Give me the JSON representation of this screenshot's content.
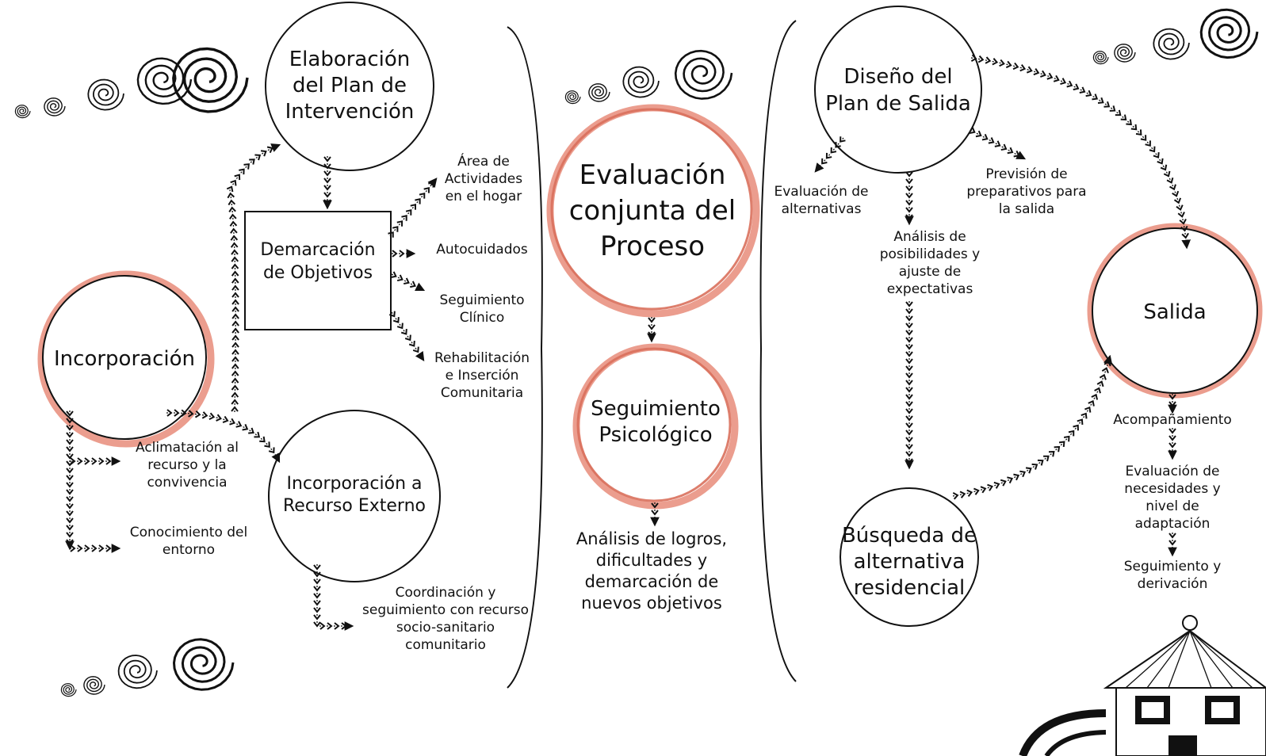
{
  "colors": {
    "accent_ring": "#e88c7a",
    "ink": "#111111",
    "background": "#ffffff"
  },
  "nodes": {
    "incorporacion": "Incorporación",
    "elaboracion": [
      "Elaboración",
      "del Plan de",
      "Intervención"
    ],
    "demarcacion": [
      "Demarcación",
      "de Objetivos"
    ],
    "incorporacion_recurso": [
      "Incorporación a",
      "Recurso Externo"
    ],
    "evaluacion_conjunta": [
      "Evaluación",
      "conjunta del",
      "Proceso"
    ],
    "seguimiento_psicologico": [
      "Seguimiento",
      "Psicológico"
    ],
    "diseno_plan_salida": [
      "Diseño del",
      "Plan de Salida"
    ],
    "salida": "Salida",
    "busqueda": [
      "Búsqueda de",
      "alternativa",
      "residencial"
    ]
  },
  "labels": {
    "area_actividades": [
      "Área de",
      "Actividades",
      "en el hogar"
    ],
    "autocuidados": "Autocuidados",
    "seguimiento_clinico": [
      "Seguimiento",
      "Clínico"
    ],
    "rehabilitacion": [
      "Rehabilitación",
      "e Inserción",
      "Comunitaria"
    ],
    "aclimatacion": [
      "Aclimatación al",
      "recurso y la",
      "convivencia"
    ],
    "conocimiento": [
      "Conocimiento del",
      "entorno"
    ],
    "coordinacion": [
      "Coordinación y",
      "seguimiento con recurso",
      "socio-sanitario",
      "comunitario"
    ],
    "analisis_logros": [
      "Análisis de logros,",
      "dificultades y",
      "demarcación de",
      "nuevos objetivos"
    ],
    "evaluacion_alternativas": [
      "Evaluación de",
      "alternativas"
    ],
    "prevision": [
      "Previsión de",
      "preparativos para",
      "la salida"
    ],
    "analisis_posibilidades": [
      "Análisis de",
      "posibilidades y",
      "ajuste de",
      "expectativas"
    ],
    "acompanamiento": "Acompañamiento",
    "evaluacion_necesidades": [
      "Evaluación de",
      "necesidades y",
      "nivel de",
      "adaptación"
    ],
    "seguimiento_derivacion": [
      "Seguimiento y",
      "derivación"
    ]
  },
  "decorations": {
    "spirals": "spiral-icon",
    "house": "house-icon"
  }
}
